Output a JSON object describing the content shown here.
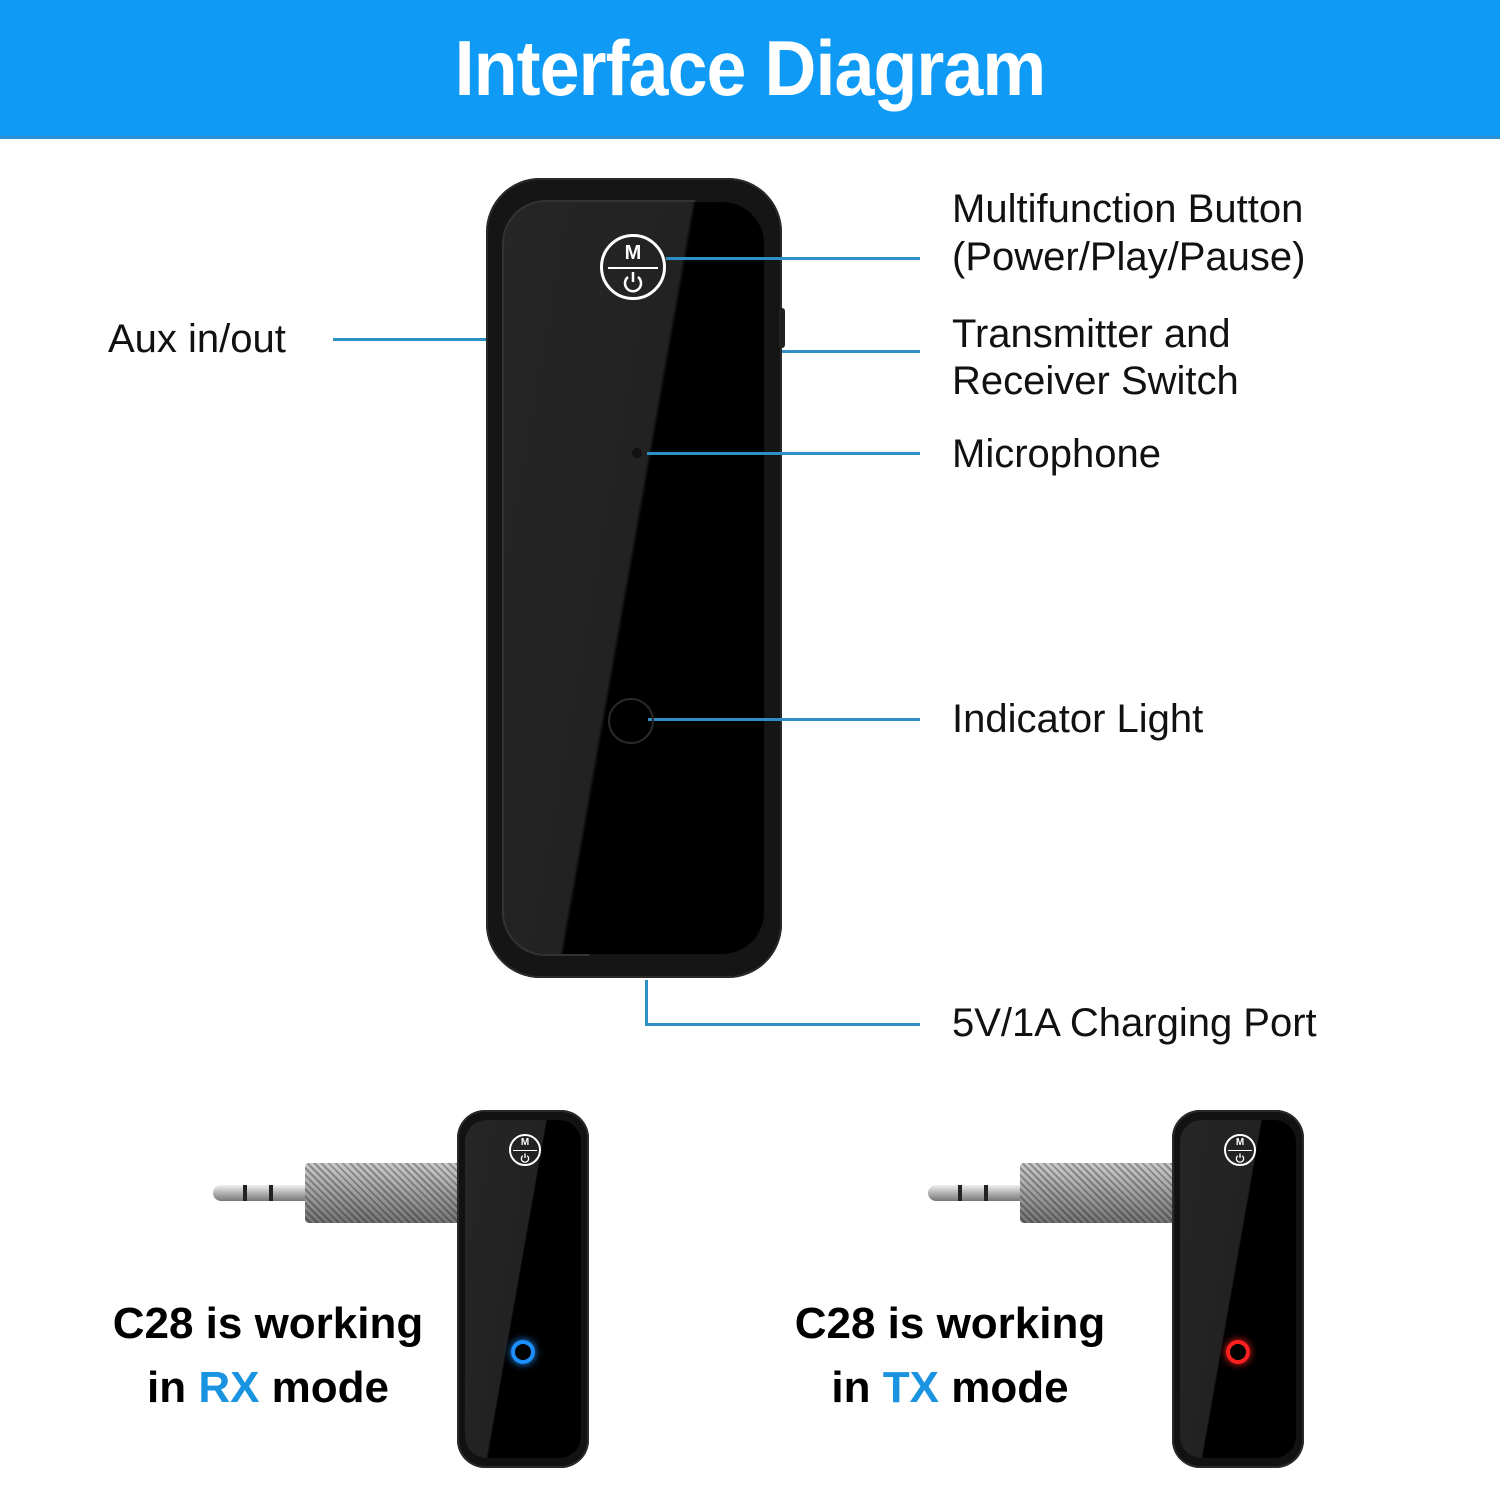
{
  "header": {
    "title": "Interface Diagram",
    "background": "#0f9bf5"
  },
  "main_device": {
    "button_icon": "m-power-icon",
    "button_letter": "M",
    "callouts": {
      "aux": "Aux in/out",
      "multifunction_line1": "Multifunction Button",
      "multifunction_line2": "(Power/Play/Pause)",
      "switch_line1": "Transmitter and",
      "switch_line2": "Receiver Switch",
      "microphone": "Microphone",
      "indicator": "Indicator Light",
      "charging": "5V/1A Charging Port"
    },
    "leader_color": "#2d8fc4"
  },
  "modes": [
    {
      "line1": "C28 is working",
      "prefix": "in ",
      "mode": "RX",
      "suffix": " mode",
      "led_color": "#1e8fff",
      "button_letter": "M"
    },
    {
      "line1": "C28 is working",
      "prefix": "in ",
      "mode": "TX",
      "suffix": " mode",
      "led_color": "#ff2020",
      "button_letter": "M"
    }
  ],
  "highlight_color": "#1a93e0"
}
